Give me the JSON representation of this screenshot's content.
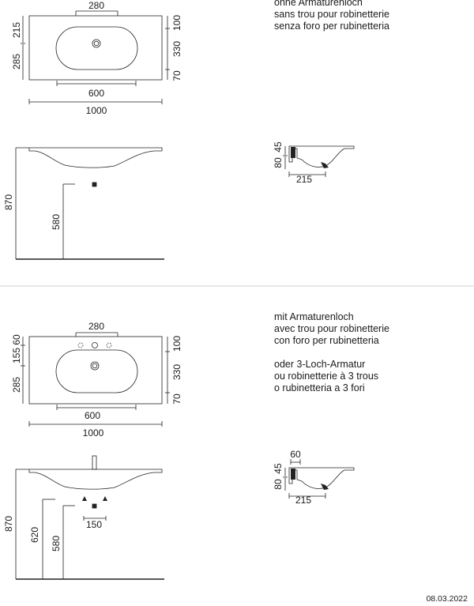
{
  "section_top": {
    "plan": {
      "top_width": "280",
      "left_upper": "215",
      "left_lower": "285",
      "right_1": "100",
      "right_2": "330",
      "right_3": "70",
      "basin_width": "600",
      "total_width": "1000"
    },
    "elevation": {
      "height": "870",
      "inner_height": "580"
    },
    "section": {
      "d1": "45",
      "d2": "80",
      "d3": "215"
    },
    "description": [
      "ohne Armaturenloch",
      "sans trou pour robinetterie",
      "senza foro per rubinetteria"
    ]
  },
  "section_bottom": {
    "plan": {
      "top_width": "280",
      "left_1": "60",
      "left_2": "155",
      "left_3": "285",
      "right_1": "100",
      "right_2": "330",
      "right_3": "70",
      "basin_width": "600",
      "total_width": "1000"
    },
    "elevation": {
      "height": "870",
      "mid_height": "620",
      "inner_height": "580",
      "spacing": "150"
    },
    "section": {
      "d0": "60",
      "d1": "45",
      "d2": "80",
      "d3": "215"
    },
    "description": [
      "mit Armaturenloch",
      "avec trou pour robinetterie",
      "con foro per rubinetteria"
    ],
    "description_alt": [
      "oder 3-Loch-Armatur",
      "ou robinetterie à 3 trous",
      "o rubinetteria a 3 fori"
    ]
  },
  "date": "08.03.2022"
}
